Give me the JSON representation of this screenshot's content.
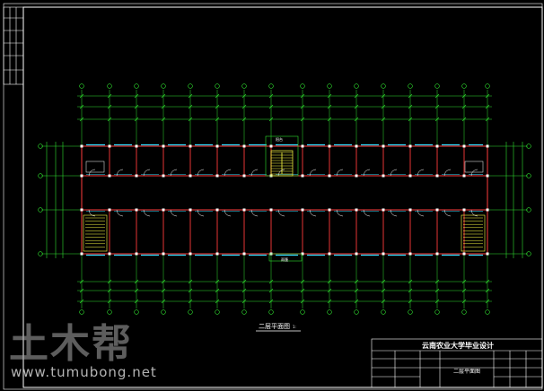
{
  "drawing": {
    "plan_title": "二层平面图",
    "plan_title_scale": "1:",
    "top_label": "阳台",
    "bottom_label": "雨篷"
  },
  "title_block": {
    "school": "云南农业大学毕业设计",
    "drawing_name": "二层平面图"
  },
  "watermark": {
    "logo_text": "土木帮",
    "url": "www.tumubong.net"
  },
  "colors": {
    "background": "#000000",
    "wall": "#ff3b3b",
    "window": "#33ddff",
    "dimension": "#2fe02f",
    "stair": "#ffff44",
    "frame": "#ffffff"
  }
}
